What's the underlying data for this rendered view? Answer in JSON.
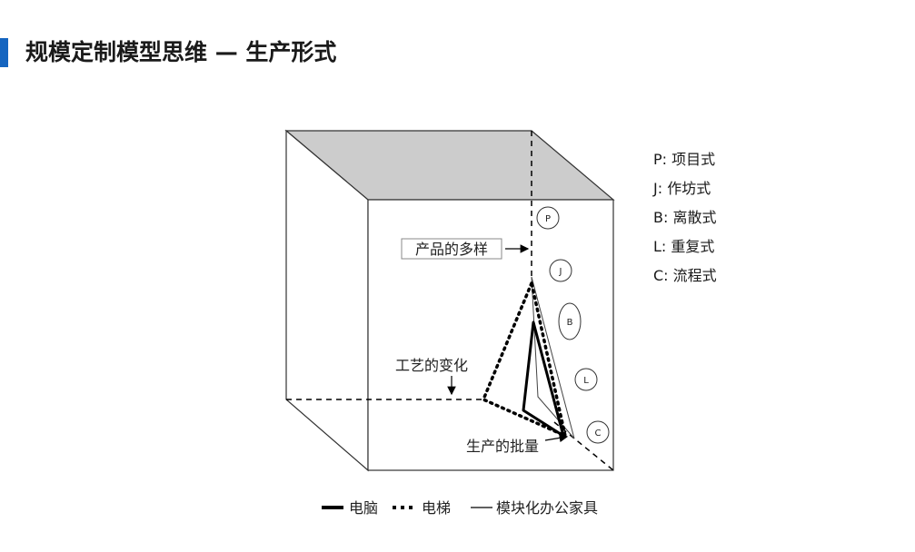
{
  "header": {
    "title": "规模定制模型思维 — 生产形式",
    "accent_color": "#1565c0"
  },
  "diagram": {
    "box_top_fill": "#cccccc",
    "axis_labels": {
      "variety": "产品的多样",
      "process": "工艺的变化",
      "volume": "生产的批量"
    },
    "markers": [
      "P",
      "J",
      "B",
      "L",
      "C"
    ]
  },
  "type_legend": [
    {
      "code": "P",
      "sep": ":",
      "name": "项目式"
    },
    {
      "code": "J",
      "sep": ":",
      "name": "作坊式"
    },
    {
      "code": "B",
      "sep": ":",
      "name": "离散式"
    },
    {
      "code": "L",
      "sep": ":",
      "name": "重复式"
    },
    {
      "code": "C",
      "sep": ":",
      "name": "流程式"
    }
  ],
  "series_legend": [
    {
      "name": "电脑",
      "style": "thick-solid"
    },
    {
      "name": "电梯",
      "style": "dotted"
    },
    {
      "name": "模块化办公家具",
      "style": "thin-solid"
    }
  ]
}
